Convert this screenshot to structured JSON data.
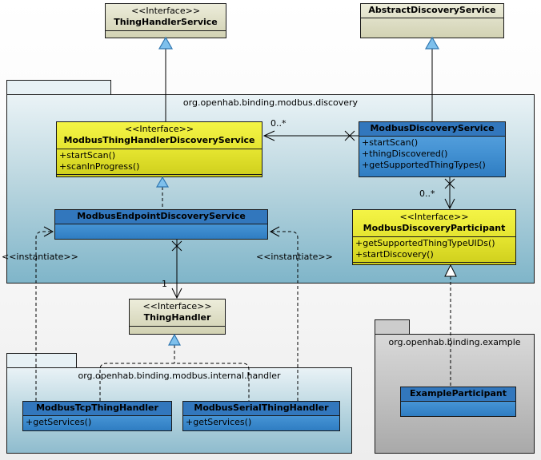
{
  "packages": {
    "discovery": {
      "label": "org.openhab.binding.modbus.discovery"
    },
    "internal_handler": {
      "label": "org.openhab.binding.modbus.internal.handler"
    },
    "example": {
      "label": "org.openhab.binding.example"
    }
  },
  "classes": {
    "thing_handler_service": {
      "stereotype": "<<Interface>>",
      "name": "ThingHandlerService"
    },
    "abstract_discovery_service": {
      "name": "AbstractDiscoveryService"
    },
    "modbus_thing_handler_discovery_service": {
      "stereotype": "<<Interface>>",
      "name": "ModbusThingHandlerDiscoveryService",
      "methods": [
        "+startScan()",
        "+scanInProgress()"
      ]
    },
    "modbus_discovery_service": {
      "name": "ModbusDiscoveryService",
      "methods": [
        "+startScan()",
        "+thingDiscovered()",
        "+getSupportedThingTypes()"
      ]
    },
    "modbus_endpoint_discovery_service": {
      "name": "ModbusEndpointDiscoveryService"
    },
    "modbus_discovery_participant": {
      "stereotype": "<<Interface>>",
      "name": "ModbusDiscoveryParticipant",
      "methods": [
        "+getSupportedThingTypeUIDs()",
        "+startDiscovery()"
      ]
    },
    "thing_handler": {
      "stereotype": "<<Interface>>",
      "name": "ThingHandler"
    },
    "modbus_tcp_thing_handler": {
      "name": "ModbusTcpThingHandler",
      "methods": [
        "+getServices()"
      ]
    },
    "modbus_serial_thing_handler": {
      "name": "ModbusSerialThingHandler",
      "methods": [
        "+getServices()"
      ]
    },
    "example_participant": {
      "name": "ExampleParticipant"
    }
  },
  "edge_labels": {
    "mult_service_association": "0..*",
    "mult_participant_association": "0..*",
    "mult_thing_handler": "1",
    "instantiate_left": "<<instantiate>>",
    "instantiate_right": "<<instantiate>>"
  },
  "colors": {
    "class_blue_header": "#3277bd",
    "class_blue_body": "#4d9bd8",
    "interface_yellow": "#e8e83a",
    "node_beige": "#e0e0c8",
    "package_blue": "#9cc4d4",
    "package_gray": "#c9c9c9",
    "generalization_triangle_blue": "#7ec0ec"
  }
}
